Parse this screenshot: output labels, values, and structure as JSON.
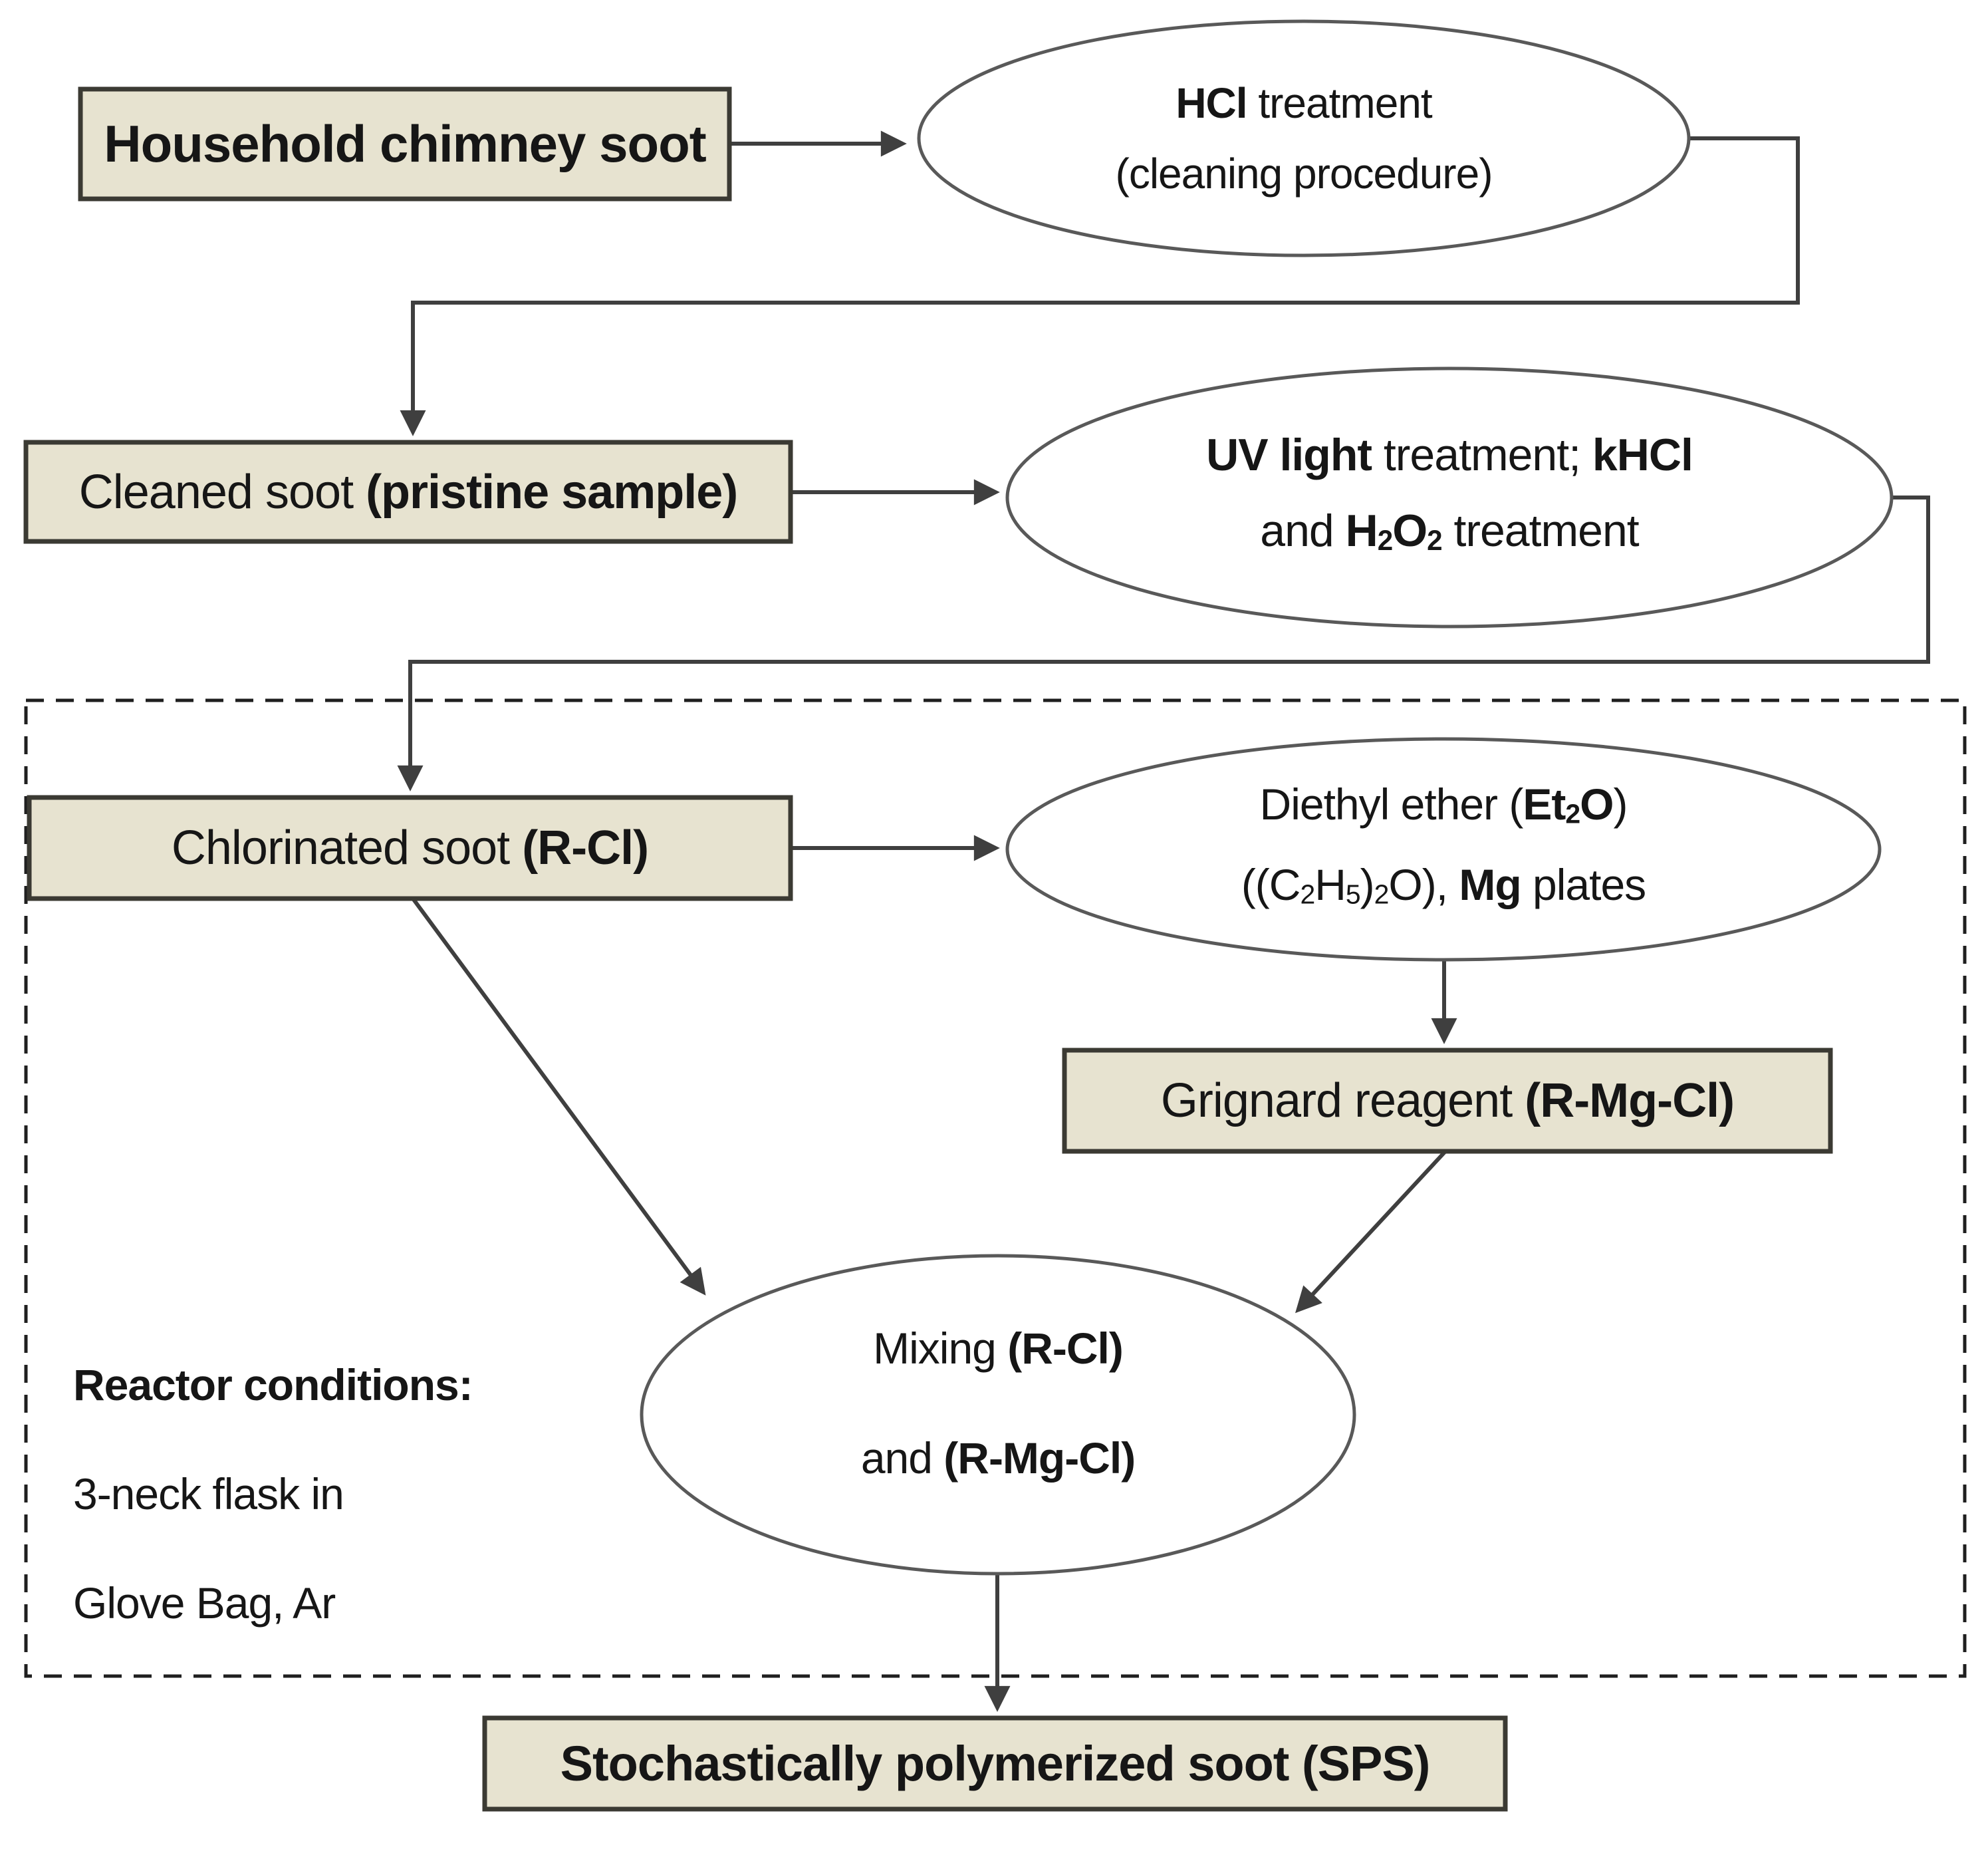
{
  "diagram": {
    "description": "Flowchart of soot cleaning, chlorination and Grignard polymerization process",
    "nodes": {
      "box_household": {
        "shape": "rectangle",
        "lines": [
          [
            {
              "t": "Household chimney soot",
              "b": true
            }
          ]
        ]
      },
      "ellipse_hcl": {
        "shape": "ellipse",
        "lines": [
          [
            {
              "t": "HCl",
              "b": true
            },
            {
              "t": " treatment"
            }
          ],
          [
            {
              "t": "(cleaning procedure)"
            }
          ]
        ]
      },
      "box_cleaned": {
        "shape": "rectangle",
        "lines": [
          [
            {
              "t": "Cleaned soot "
            },
            {
              "t": "(pristine sample)",
              "b": true
            }
          ]
        ]
      },
      "ellipse_uv": {
        "shape": "ellipse",
        "lines": [
          [
            {
              "t": "UV light",
              "b": true
            },
            {
              "t": " treatment; "
            },
            {
              "t": "kHCl",
              "b": true
            }
          ],
          [
            {
              "t": "and "
            },
            {
              "t": "H",
              "b": true
            },
            {
              "t": "2",
              "b": true,
              "sub": true
            },
            {
              "t": "O",
              "b": true
            },
            {
              "t": "2",
              "b": true,
              "sub": true
            },
            {
              "t": " treatment"
            }
          ]
        ]
      },
      "box_chlorinated": {
        "shape": "rectangle",
        "lines": [
          [
            {
              "t": "Chlorinated soot "
            },
            {
              "t": "(R-Cl)",
              "b": true
            }
          ]
        ]
      },
      "ellipse_ether": {
        "shape": "ellipse",
        "lines": [
          [
            {
              "t": "Diethyl ether ("
            },
            {
              "t": "Et",
              "b": true
            },
            {
              "t": "2",
              "b": true,
              "sub": true
            },
            {
              "t": "O",
              "b": true
            },
            {
              "t": ")"
            }
          ],
          [
            {
              "t": "((C"
            },
            {
              "t": "2",
              "sub": true
            },
            {
              "t": "H"
            },
            {
              "t": "5",
              "sub": true
            },
            {
              "t": ")"
            },
            {
              "t": "2",
              "sub": true
            },
            {
              "t": "O), "
            },
            {
              "t": "Mg",
              "b": true
            },
            {
              "t": " plates"
            }
          ]
        ]
      },
      "box_grignard": {
        "shape": "rectangle",
        "lines": [
          [
            {
              "t": "Grignard reagent "
            },
            {
              "t": "(R-Mg-Cl)",
              "b": true
            }
          ]
        ]
      },
      "ellipse_mixing": {
        "shape": "ellipse",
        "lines": [
          [
            {
              "t": "Mixing "
            },
            {
              "t": "(R-Cl)",
              "b": true
            }
          ],
          [
            {
              "t": "and "
            },
            {
              "t": "(R-Mg-Cl)",
              "b": true
            }
          ]
        ]
      },
      "box_sps": {
        "shape": "rectangle",
        "lines": [
          [
            {
              "t": "Stochastically polymerized soot (SPS)",
              "b": true
            }
          ]
        ]
      },
      "reactor_note": {
        "shape": "text",
        "lines": [
          [
            {
              "t": "Reactor conditions:",
              "b": true
            }
          ],
          [
            {
              "t": "3-neck flask in"
            }
          ],
          [
            {
              "t": "Glove Bag, Ar"
            }
          ]
        ]
      }
    }
  },
  "colors": {
    "box_fill": "#e7e3d0",
    "box_border": "#3b3a33",
    "ellipse_border": "#595959",
    "connector": "#3f3f3f",
    "dashed_border": "#1f1f1f",
    "text": "#161616",
    "background": "#ffffff"
  }
}
